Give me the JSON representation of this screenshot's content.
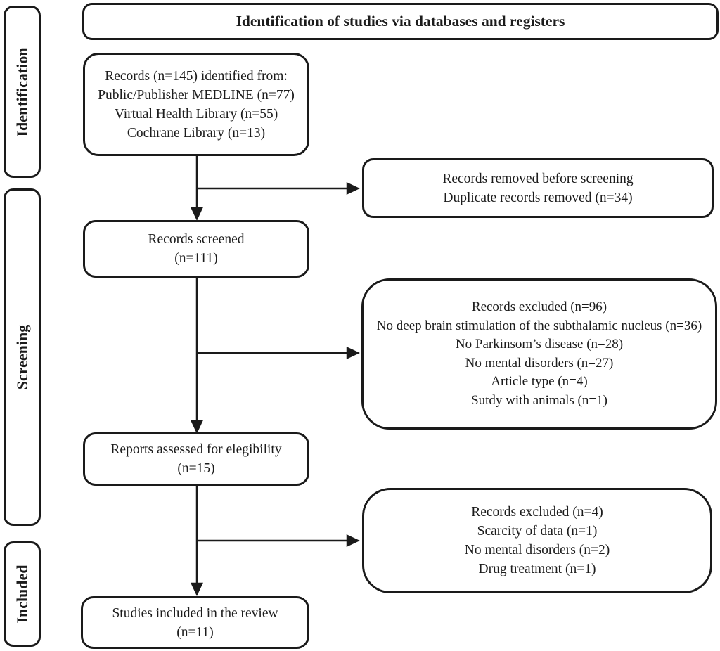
{
  "title": "Identification of studies via databases and registers",
  "sidebar": {
    "identification": "Identification",
    "screening": "Screening",
    "included": "Included"
  },
  "boxes": {
    "records_identified": {
      "lines": [
        "Records (n=145) identified from:",
        "Public/Publisher MEDLINE (n=77)",
        "Virtual Health Library (n=55)",
        "Cochrane Library (n=13)"
      ]
    },
    "records_removed": {
      "lines": [
        "Records removed before screening",
        "Duplicate records removed (n=34)"
      ]
    },
    "records_screened": {
      "lines": [
        "Records screened",
        "(n=111)"
      ]
    },
    "records_excluded_screening": {
      "lines": [
        "Records excluded (n=96)",
        "No deep brain stimulation of the subthalamic nucleus (n=36)",
        "No Parkinsom’s disease (n=28)",
        "No mental disorders (n=27)",
        "Article type (n=4)",
        "Sutdy with animals (n=1)"
      ]
    },
    "reports_assessed": {
      "lines": [
        "Reports assessed for elegibility",
        "(n=15)"
      ]
    },
    "records_excluded_eligibility": {
      "lines": [
        "Records excluded (n=4)",
        "Scarcity of data (n=1)",
        "No mental disorders (n=2)",
        "Drug treatment (n=1)"
      ]
    },
    "studies_included": {
      "lines": [
        "Studies included in the review",
        "(n=11)"
      ]
    }
  },
  "colors": {
    "border": "#1a1a1a",
    "text": "#1c1c1c",
    "background": "#ffffff"
  }
}
